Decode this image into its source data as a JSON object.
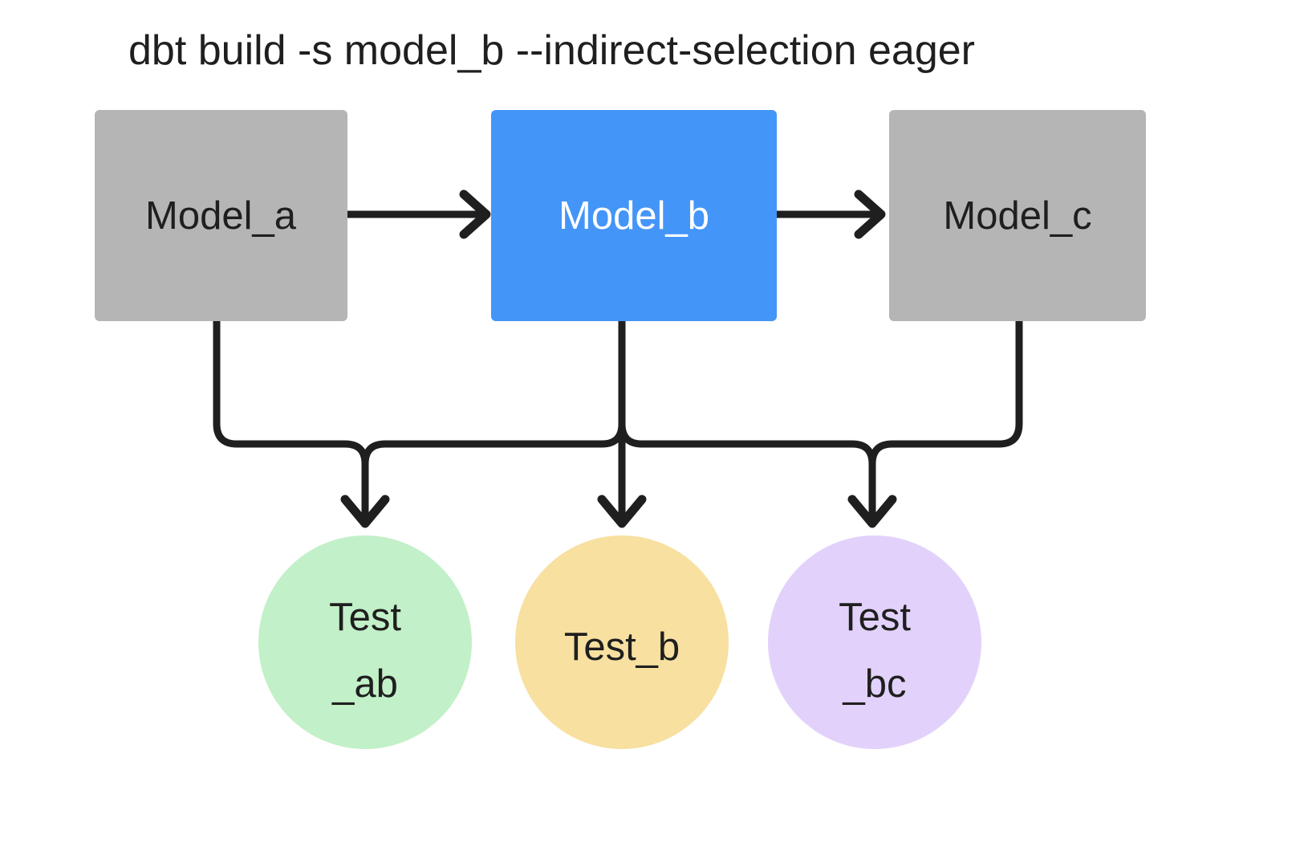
{
  "diagram": {
    "title": "dbt build -s model_b --indirect-selection eager",
    "background_color": "#ffffff",
    "edge_color": "#1f1f1f",
    "type": "dag",
    "nodes": [
      {
        "id": "model_a",
        "label": "Model_a",
        "shape": "rectangle",
        "fill": "#b5b5b5",
        "text_color": "#1f1f1f",
        "selected": false
      },
      {
        "id": "model_b",
        "label": "Model_b",
        "shape": "rectangle",
        "fill": "#4495f8",
        "text_color": "#ffffff",
        "selected": true
      },
      {
        "id": "model_c",
        "label": "Model_c",
        "shape": "rectangle",
        "fill": "#b5b5b5",
        "text_color": "#1f1f1f",
        "selected": false
      },
      {
        "id": "test_ab",
        "label_line1": "Test",
        "label_line2": "_ab",
        "shape": "circle",
        "fill": "#c2f0c8",
        "text_color": "#1f1f1f",
        "selected": false
      },
      {
        "id": "test_b",
        "label_line1": "Test_b",
        "label_line2": "",
        "shape": "circle",
        "fill": "#f7e0a0",
        "text_color": "#1f1f1f",
        "selected": false
      },
      {
        "id": "test_bc",
        "label_line1": "Test",
        "label_line2": "_bc",
        "shape": "circle",
        "fill": "#e2d2fb",
        "text_color": "#1f1f1f",
        "selected": false
      }
    ],
    "edges": [
      {
        "from": "model_a",
        "to": "model_b",
        "style": "arrow"
      },
      {
        "from": "model_b",
        "to": "model_c",
        "style": "arrow"
      },
      {
        "from": "model_a",
        "to": "test_ab",
        "style": "arrow"
      },
      {
        "from": "model_b",
        "to": "test_ab",
        "style": "arrow"
      },
      {
        "from": "model_b",
        "to": "test_b",
        "style": "arrow"
      },
      {
        "from": "model_b",
        "to": "test_bc",
        "style": "arrow"
      },
      {
        "from": "model_c",
        "to": "test_bc",
        "style": "arrow"
      }
    ]
  }
}
